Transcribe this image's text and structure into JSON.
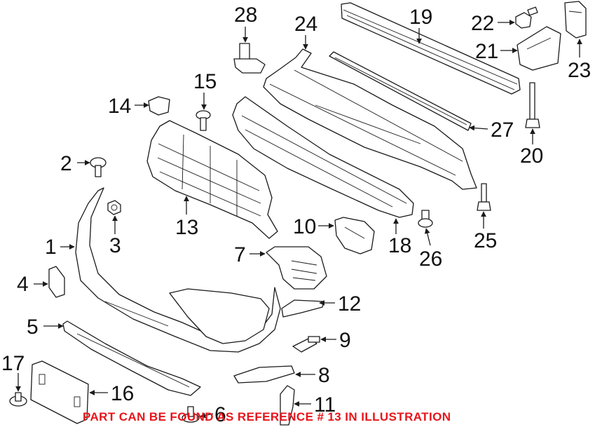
{
  "callouts": [
    {
      "id": "1",
      "label": "1"
    },
    {
      "id": "2",
      "label": "2"
    },
    {
      "id": "3",
      "label": "3"
    },
    {
      "id": "4",
      "label": "4"
    },
    {
      "id": "5",
      "label": "5"
    },
    {
      "id": "6",
      "label": "6"
    },
    {
      "id": "7",
      "label": "7"
    },
    {
      "id": "8",
      "label": "8"
    },
    {
      "id": "9",
      "label": "9"
    },
    {
      "id": "10",
      "label": "10"
    },
    {
      "id": "11",
      "label": "11"
    },
    {
      "id": "12",
      "label": "12"
    },
    {
      "id": "13",
      "label": "13"
    },
    {
      "id": "14",
      "label": "14"
    },
    {
      "id": "15",
      "label": "15"
    },
    {
      "id": "16",
      "label": "16"
    },
    {
      "id": "17",
      "label": "17"
    },
    {
      "id": "18",
      "label": "18"
    },
    {
      "id": "19",
      "label": "19"
    },
    {
      "id": "20",
      "label": "20"
    },
    {
      "id": "21",
      "label": "21"
    },
    {
      "id": "22",
      "label": "22"
    },
    {
      "id": "23",
      "label": "23"
    },
    {
      "id": "24",
      "label": "24"
    },
    {
      "id": "25",
      "label": "25"
    },
    {
      "id": "26",
      "label": "26"
    },
    {
      "id": "27",
      "label": "27"
    },
    {
      "id": "28",
      "label": "28"
    }
  ],
  "note": {
    "text": "PART CAN BE FOUND AS REFERENCE # 13 IN ILLUSTRATION",
    "color": "#e8141b"
  }
}
